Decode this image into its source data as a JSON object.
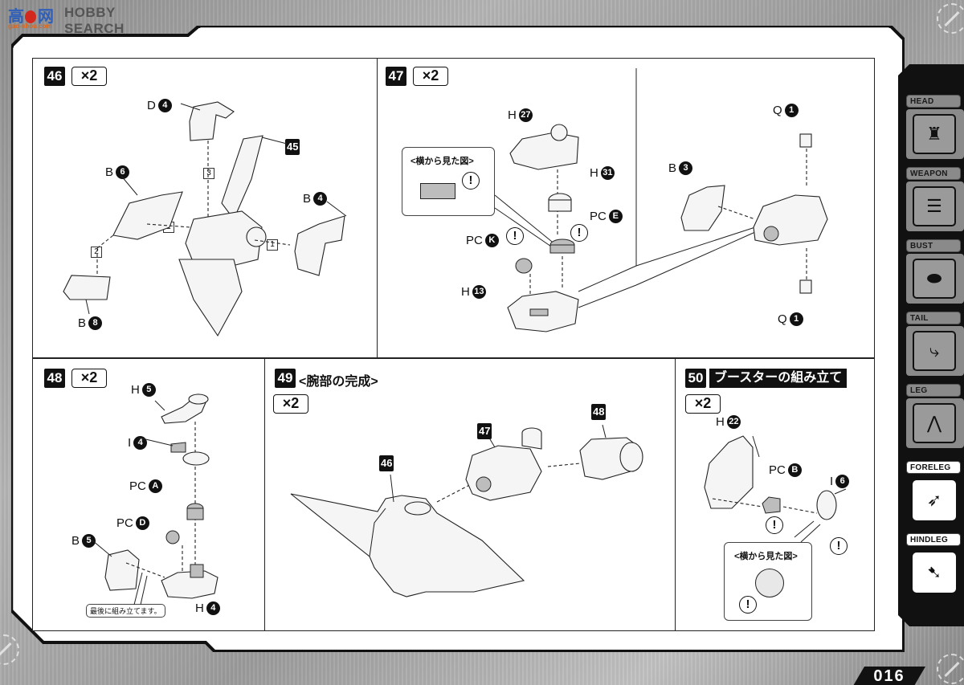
{
  "watermark": {
    "logo": "高",
    "logo2": "网",
    "brand": "HOBBY SEARCH",
    "sub": "gao-shou.com"
  },
  "page_number": "016",
  "sidebar": {
    "items": [
      {
        "label": "HEAD",
        "icon": "head-icon",
        "glyph": "♜",
        "active": false
      },
      {
        "label": "WEAPON",
        "icon": "weapon-icon",
        "glyph": "☰",
        "active": false
      },
      {
        "label": "BUST",
        "icon": "bust-icon",
        "glyph": "⬬",
        "active": false
      },
      {
        "label": "TAIL",
        "icon": "tail-icon",
        "glyph": "⤷",
        "active": false
      },
      {
        "label": "LEG",
        "icon": "leg-icon",
        "glyph": "⋀",
        "active": false
      },
      {
        "label": "FORELEG",
        "icon": "foreleg-icon",
        "glyph": "➶",
        "active": true
      },
      {
        "label": "HINDLEG",
        "icon": "hindleg-icon",
        "glyph": "➷",
        "active": true
      }
    ]
  },
  "steps": {
    "s46": {
      "number": "46",
      "qty": "×2",
      "parts": [
        {
          "runner": "D",
          "num": "4"
        },
        {
          "runner": "",
          "num": "45",
          "ref": true
        },
        {
          "runner": "B",
          "num": "6"
        },
        {
          "runner": "B",
          "num": "4"
        },
        {
          "runner": "B",
          "num": "8"
        }
      ],
      "order": [
        "1",
        "1",
        "2",
        "3"
      ]
    },
    "s47": {
      "number": "47",
      "qty": "×2",
      "side_view_title": "<横から見た図>",
      "warn": "!",
      "parts": [
        {
          "runner": "H",
          "num": "27"
        },
        {
          "runner": "H",
          "num": "31"
        },
        {
          "runner": "PC",
          "num": "E"
        },
        {
          "runner": "PC",
          "num": "K"
        },
        {
          "runner": "H",
          "num": "13"
        },
        {
          "runner": "Q",
          "num": "1"
        },
        {
          "runner": "B",
          "num": "3"
        },
        {
          "runner": "Q",
          "num": "1"
        }
      ]
    },
    "s48": {
      "number": "48",
      "qty": "×2",
      "note": "最後に組み立てます。",
      "parts": [
        {
          "runner": "H",
          "num": "5"
        },
        {
          "runner": "I",
          "num": "4"
        },
        {
          "runner": "PC",
          "num": "A"
        },
        {
          "runner": "PC",
          "num": "D"
        },
        {
          "runner": "B",
          "num": "5"
        },
        {
          "runner": "H",
          "num": "4"
        }
      ]
    },
    "s49": {
      "number": "49",
      "title": "<腕部の完成>",
      "qty": "×2",
      "refs": [
        "46",
        "47",
        "48"
      ]
    },
    "s50": {
      "number": "50",
      "title": "ブースターの組み立て",
      "qty": "×2",
      "side_view_title": "<横から見た図>",
      "warn": "!",
      "parts": [
        {
          "runner": "H",
          "num": "22"
        },
        {
          "runner": "PC",
          "num": "B"
        },
        {
          "runner": "I",
          "num": "6"
        }
      ]
    }
  }
}
